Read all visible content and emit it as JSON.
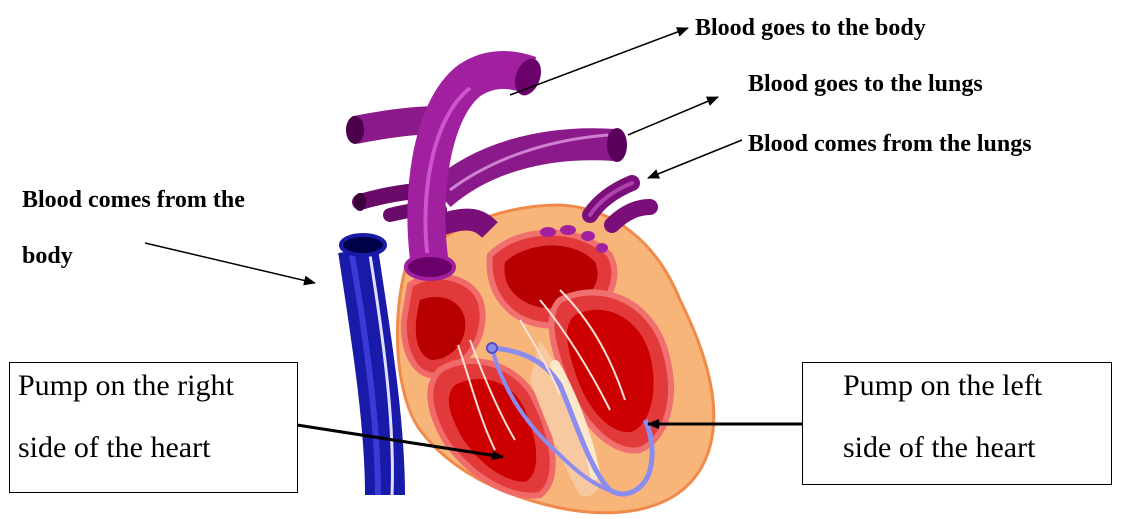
{
  "labels": {
    "to_body": "Blood goes to the body",
    "to_lungs": "Blood goes to the lungs",
    "from_lungs": "Blood comes from the lungs",
    "from_body_line1": "Blood comes from the",
    "from_body_line2": "body"
  },
  "boxes": {
    "right_pump": {
      "line1": "Pump on the right",
      "line2": "side of the heart"
    },
    "left_pump": {
      "line1": "Pump on the left",
      "line2": "side  of  the  heart"
    }
  }
}
